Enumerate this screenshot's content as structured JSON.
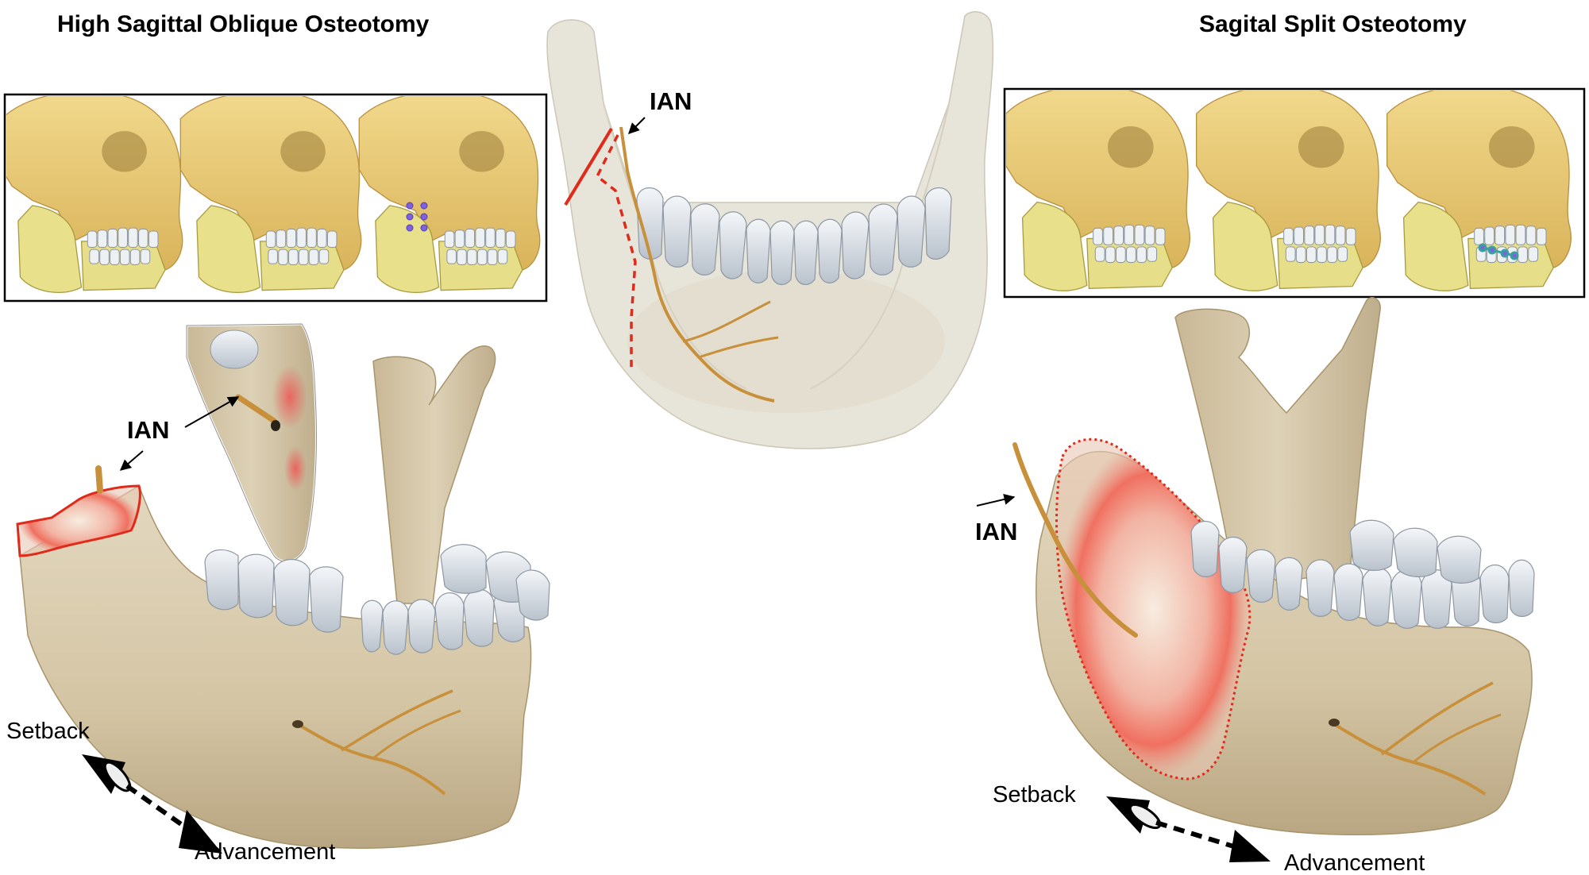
{
  "left_panel": {
    "title": "High Sagittal Oblique Osteotomy",
    "ian_label": "IAN",
    "setback_label": "Setback",
    "advancement_label": "Advancement"
  },
  "center_panel": {
    "ian_label": "IAN"
  },
  "right_panel": {
    "title": "Sagital Split Osteotomy",
    "ian_label": "IAN",
    "setback_label": "Setback",
    "advancement_label": "Advancement"
  },
  "colors": {
    "bone": "#d9ccb0",
    "bone_shadow": "#b8a584",
    "skull_yellow": "#e8c86a",
    "mandible_yellow": "#e6e08a",
    "tooth": "#dfe4ea",
    "nerve": "#c8903a",
    "cut_line": "#e02a1a",
    "highlight": "#f07070",
    "frame": "#000000"
  },
  "icons": [
    "arrow-icon",
    "cone-arrow-icon"
  ]
}
